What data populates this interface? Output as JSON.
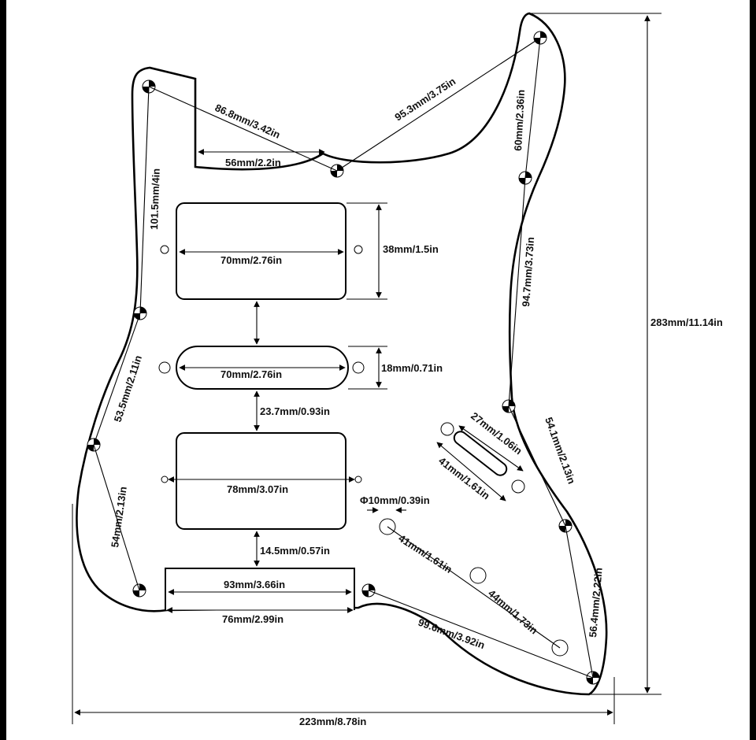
{
  "diagram": {
    "colors": {
      "background": "#000000",
      "paper": "#ffffff",
      "ink": "#000000"
    },
    "labels": {
      "top_left_diag": "86.8mm/3.42in",
      "top_notch": "56mm/2.2in",
      "top_right_diag": "95.3mm/3.75in",
      "right_upper": "60mm/2.36in",
      "left_upper": "101.5mm/4in",
      "neck_pickup_height": "38mm/1.5in",
      "neck_pickup_width": "70mm/2.76in",
      "middle_pickup_width": "70mm/2.76in",
      "middle_pickup_height": "18mm/0.71in",
      "right_middle": "94.7mm/3.73in",
      "overall_height": "283mm/11.14in",
      "left_middle": "53.5mm/2.11in",
      "gap_middle_bridge": "23.7mm/0.93in",
      "switch_slot_length": "27mm/1.06in",
      "switch_holes": "41mm/1.61in",
      "right_lower": "54.1mm/2.13in",
      "bridge_pickup_width": "78mm/3.07in",
      "knob_diameter": "Φ10mm/0.39in",
      "left_lower": "54mm/2.13in",
      "knob_spacing_1": "41mm/1.61in",
      "gap_bridge_cavity": "14.5mm/0.57in",
      "knob_spacing_2": "44mm/1.73in",
      "right_bottom": "56.4mm/2.22in",
      "cavity_top_width": "93mm/3.66in",
      "cavity_bottom_width": "76mm/2.99in",
      "bottom_diag": "99.6mm/3.92in",
      "overall_width": "223mm/8.78in"
    }
  }
}
